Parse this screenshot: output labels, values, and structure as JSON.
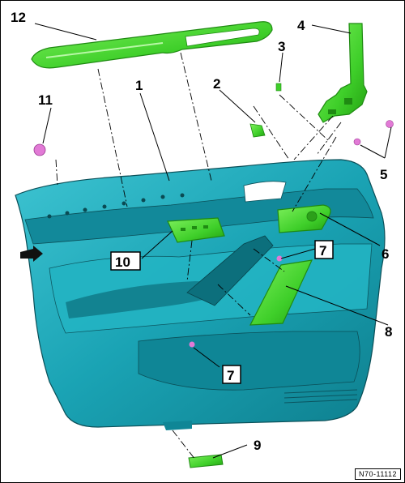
{
  "diagram": {
    "reference_code": "N70-11112",
    "callouts": [
      {
        "key": "c1",
        "label": "1"
      },
      {
        "key": "c2",
        "label": "2"
      },
      {
        "key": "c3",
        "label": "3"
      },
      {
        "key": "c4",
        "label": "4"
      },
      {
        "key": "c5",
        "label": "5"
      },
      {
        "key": "c6",
        "label": "6"
      },
      {
        "key": "c7a",
        "label": "7"
      },
      {
        "key": "c7b",
        "label": "7"
      },
      {
        "key": "c8",
        "label": "8"
      },
      {
        "key": "c9",
        "label": "9"
      },
      {
        "key": "c10",
        "label": "10"
      },
      {
        "key": "c11",
        "label": "11"
      },
      {
        "key": "c12",
        "label": "12"
      }
    ],
    "colors": {
      "panel": "#1aa3b4",
      "panel_dark": "#0d6f7d",
      "part_green": "#3fcf2a",
      "part_green_dark": "#1f8a12",
      "clip_pink": "#e27ad6"
    }
  }
}
